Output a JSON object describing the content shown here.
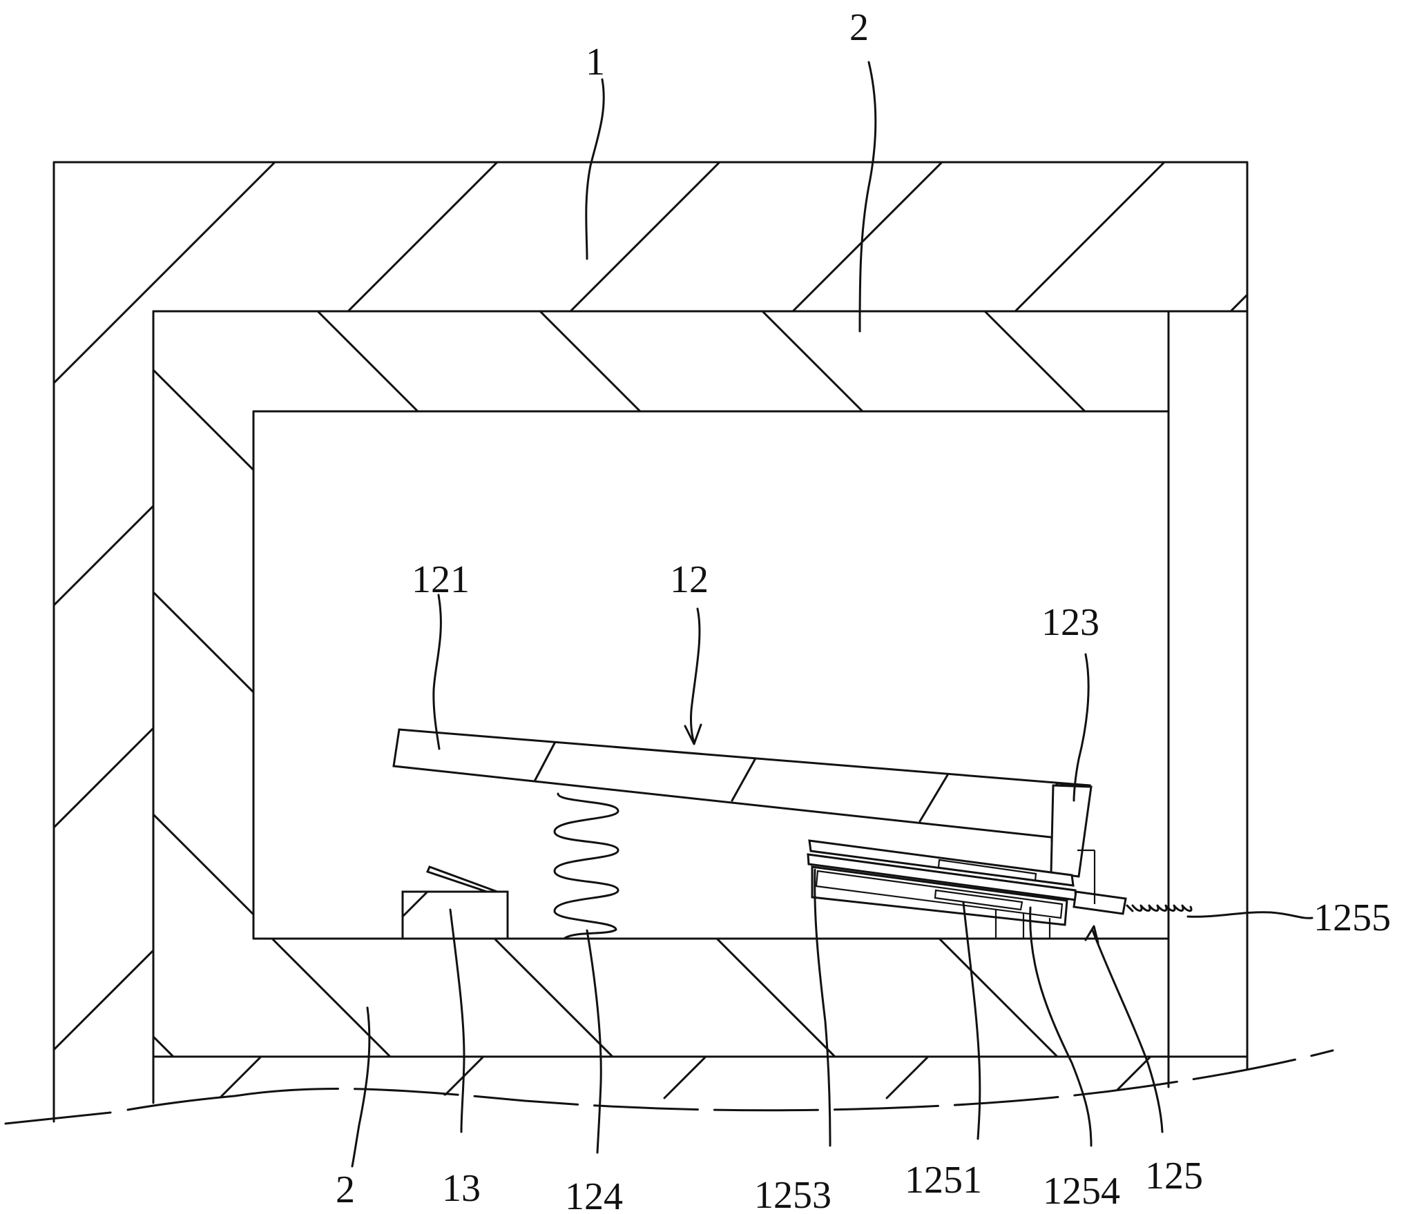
{
  "figure": {
    "labels": {
      "top_1": "1",
      "top_2": "2",
      "bottom_2": "2",
      "l121": "121",
      "l12": "12",
      "l123": "123",
      "l1255": "1255",
      "l13": "13",
      "l124": "124",
      "l1253": "1253",
      "l1251": "1251",
      "l1254": "1254",
      "l125": "125"
    }
  }
}
